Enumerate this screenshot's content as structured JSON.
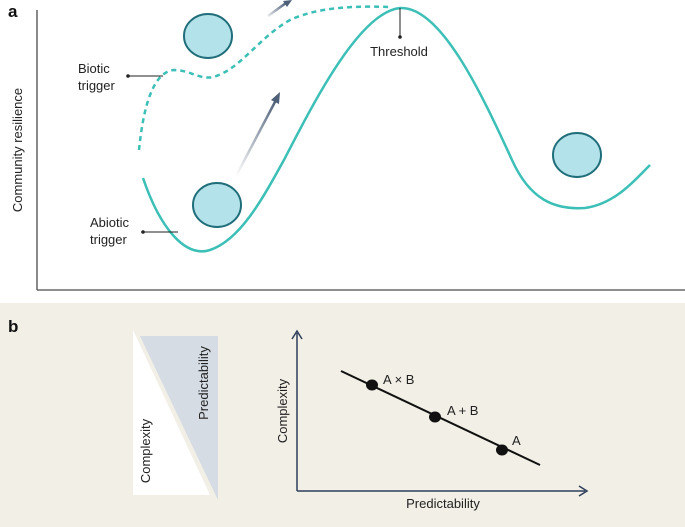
{
  "panel_a": {
    "label": "a",
    "y_axis_label": "Community resilience",
    "threshold_label": "Threshold",
    "biotic_trigger_label": [
      "Biotic",
      "trigger"
    ],
    "abiotic_trigger_label": [
      "Abiotic",
      "trigger"
    ]
  },
  "panel_b": {
    "label": "b",
    "complexity_label": "Complexity",
    "predictability_label": "Predictability",
    "plot": {
      "y_axis_label": "Complexity",
      "x_axis_label": "Predictability",
      "points": [
        {
          "label": "A × B"
        },
        {
          "label": "A + B"
        },
        {
          "label": "A"
        }
      ]
    }
  },
  "colors": {
    "curve": "#3bbfb6",
    "ball_fill": "#b4e2ea",
    "ball_stroke": "#1f6e7a",
    "arrow": "#4e5f78",
    "axis": "#4a4a4a",
    "panel_b_bg": "#f2efe6",
    "triangle_blue": "#d5dce4",
    "navy_axis": "#2d3e5a"
  }
}
